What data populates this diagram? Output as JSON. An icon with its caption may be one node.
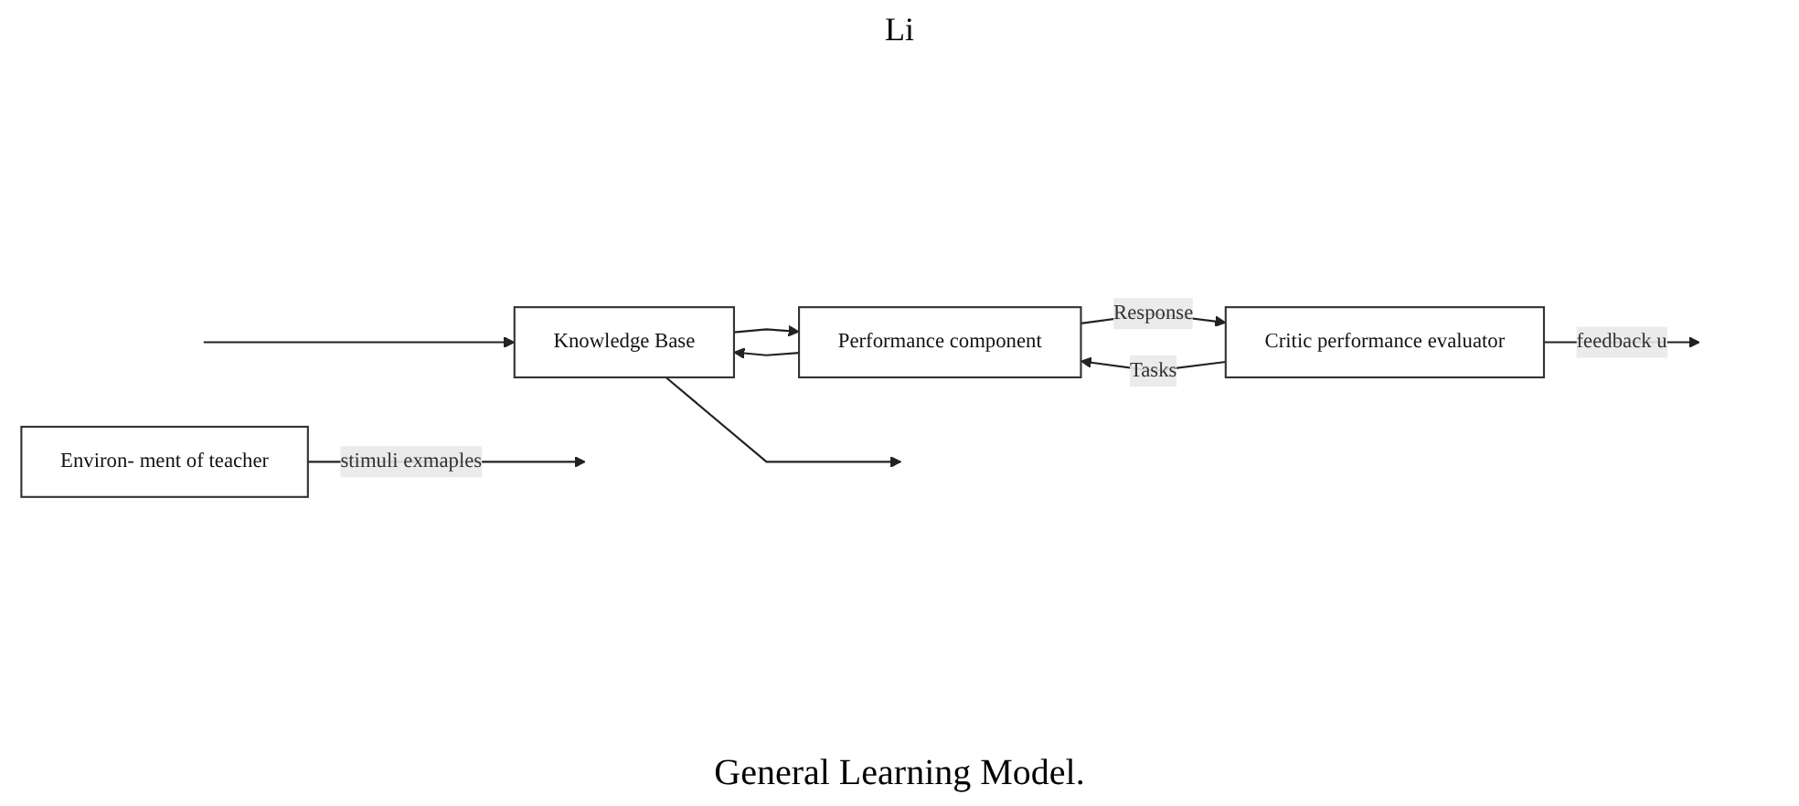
{
  "diagram": {
    "caption": "General Learning Model.",
    "nodes": [
      {
        "text": [
          "Environ- ment of teacher"
        ]
      },
      {
        "text": [
          "Knowledge Base"
        ]
      },
      {
        "text": [
          "Performance component"
        ]
      },
      {
        "text": [
          "Critic performance evaluator"
        ]
      }
    ],
    "edges": [
      {
        "from": 0,
        "to": null,
        "arrow": "to",
        "label": "stimuli exmaples"
      },
      {
        "from": null,
        "to": 1,
        "arrow": "to"
      },
      {
        "from": 1,
        "to": null,
        "arrow": "to"
      },
      {
        "from": 1,
        "to": 2,
        "arrow": "to"
      },
      {
        "from": 2,
        "to": 1,
        "arrow": "to"
      },
      {
        "from": 2,
        "to": 3,
        "arrow": "to",
        "label": "Response"
      },
      {
        "from": 3,
        "to": 2,
        "arrow": "to",
        "label": "Tasks"
      },
      {
        "from": 3,
        "to": null,
        "arrow": "to",
        "label": "feedback u"
      }
    ],
    "labels": [
      "Li"
    ]
  }
}
